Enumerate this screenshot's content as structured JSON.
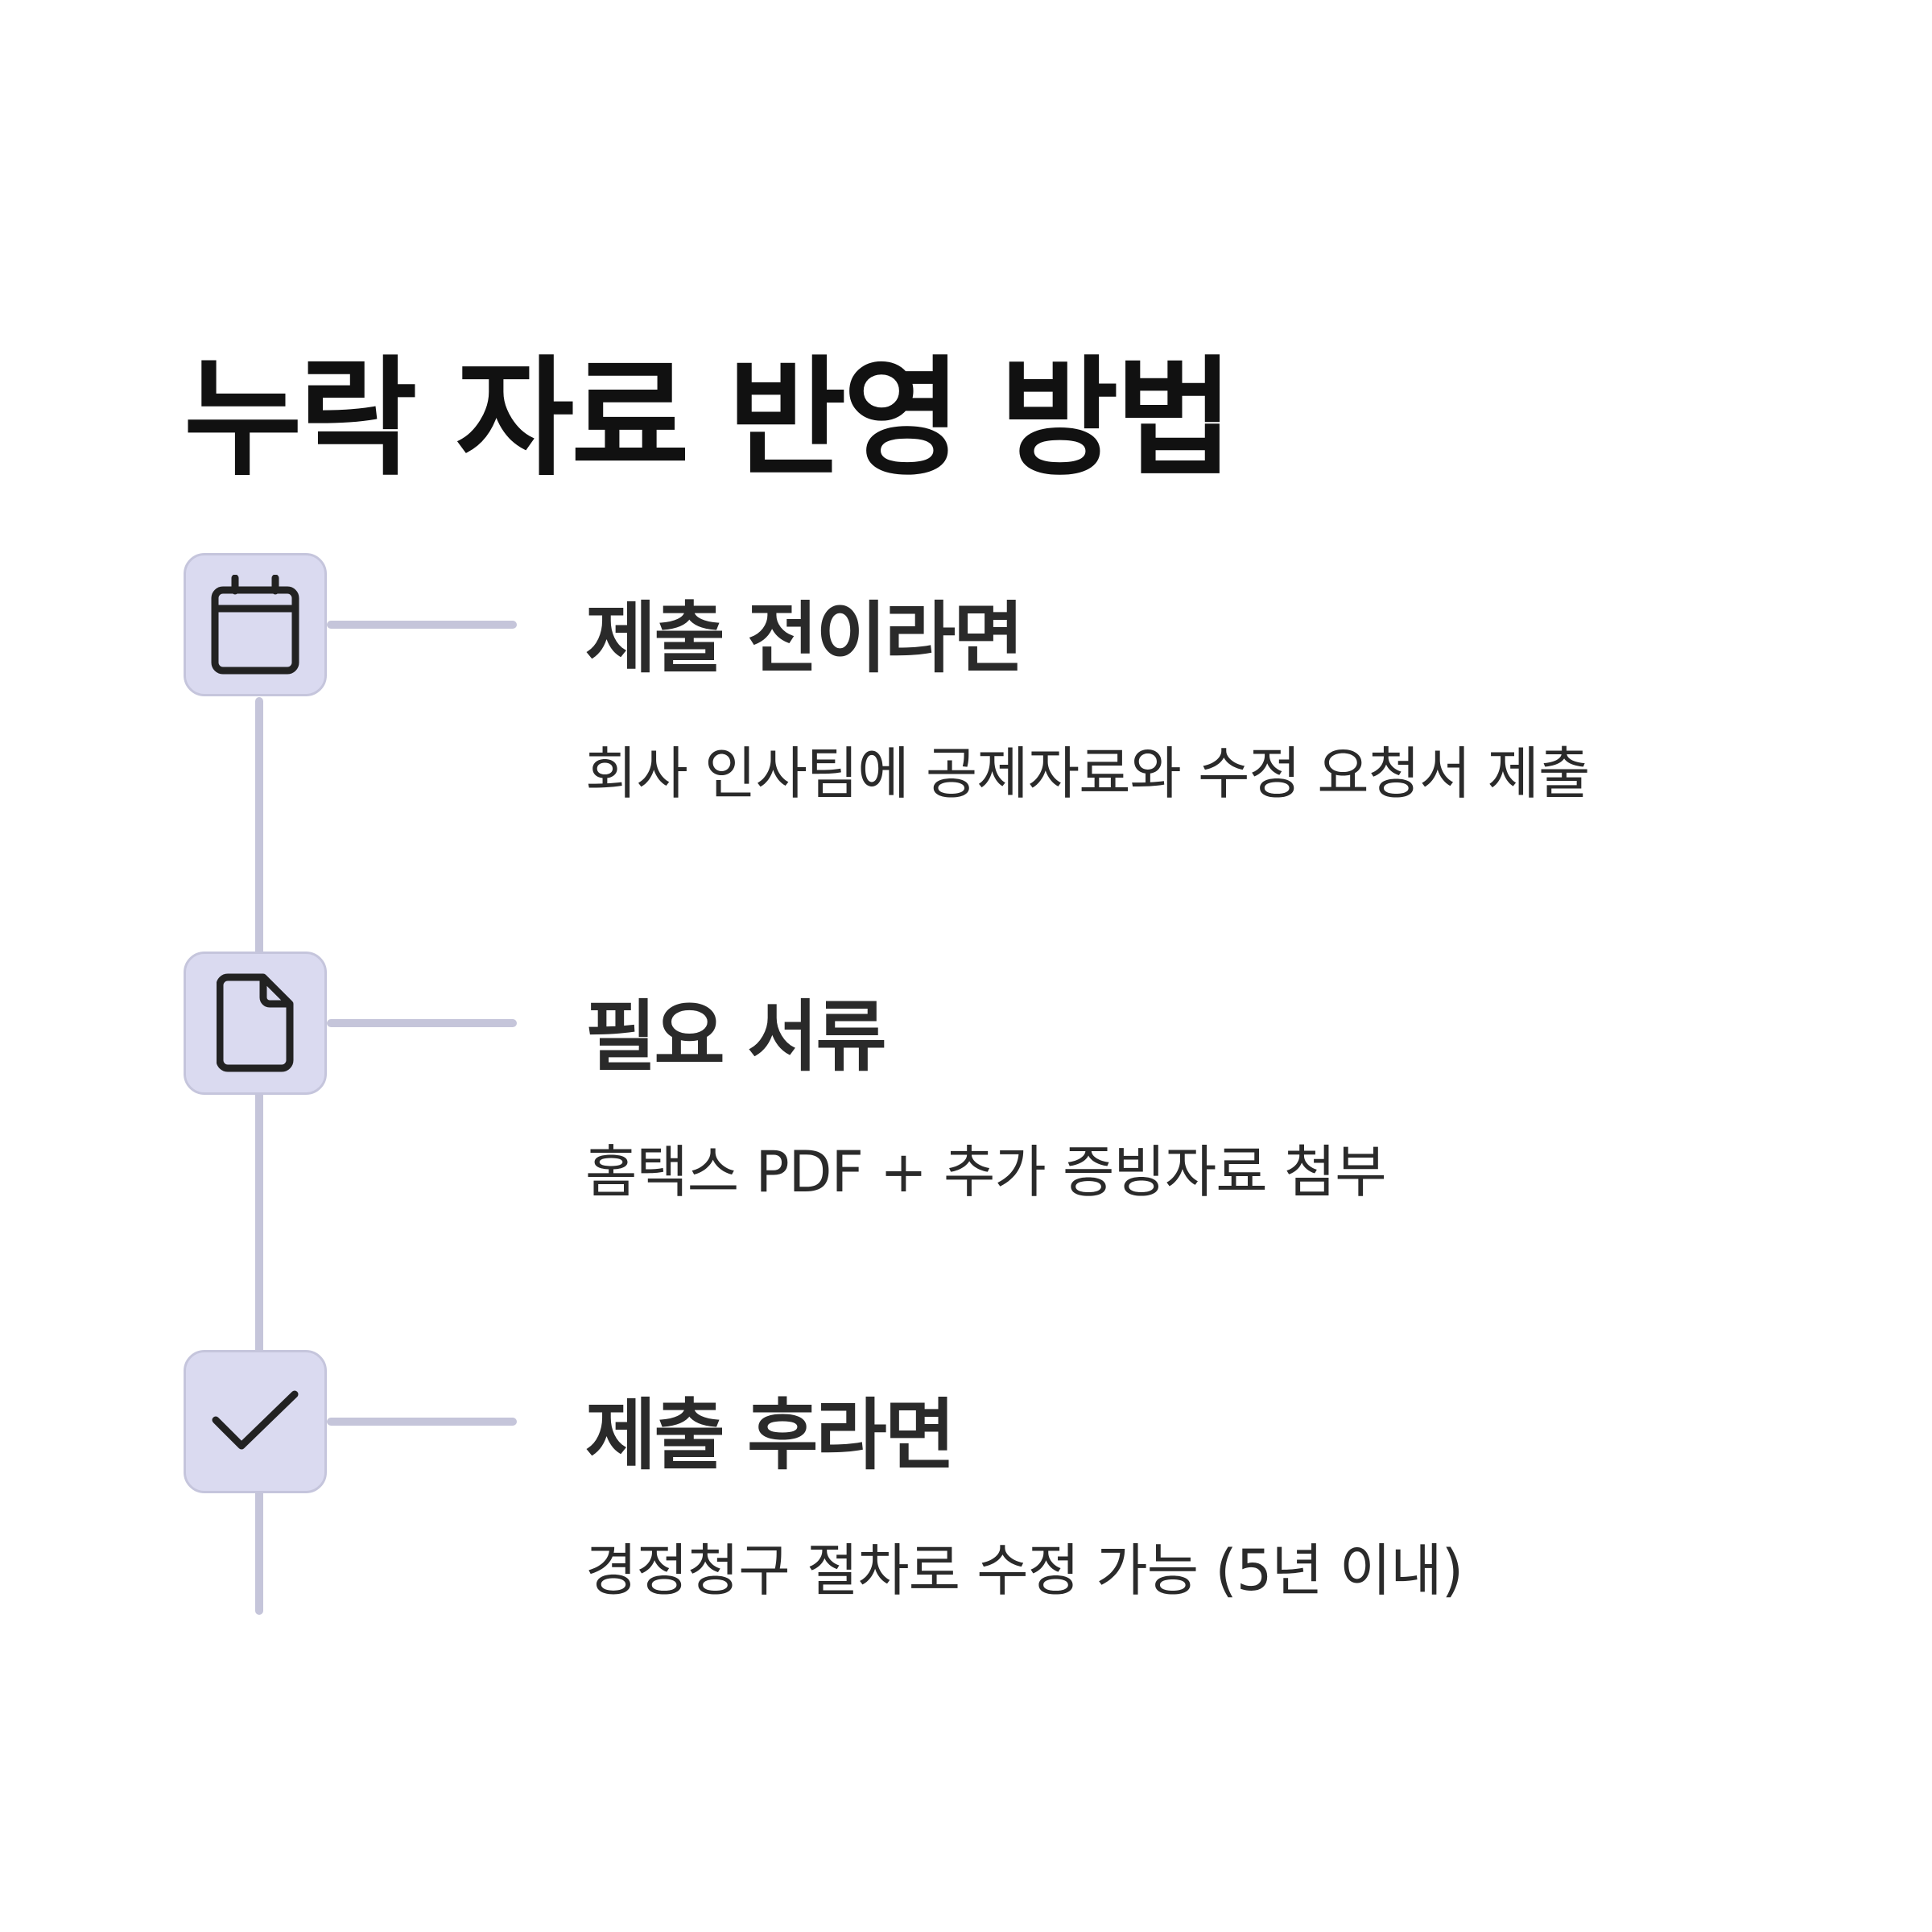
{
  "title": "누락 자료 반영 방법",
  "colors": {
    "line": "#c5c5da",
    "box_fill": "#dadaf0",
    "icon": "#222222"
  },
  "steps": [
    {
      "icon": "calendar-icon",
      "heading": "제출 전이라면",
      "description": "회사 인사팀에 공제자료와 수정 요청서 제출"
    },
    {
      "icon": "document-icon",
      "heading": "필요 서류",
      "description": "홈택스 PDF + 추가 증빙자료 첨부"
    },
    {
      "icon": "checkmark-icon",
      "heading": "제출 후라면",
      "description": "경정청구 절차로 수정 가능 (5년 이내)"
    }
  ]
}
